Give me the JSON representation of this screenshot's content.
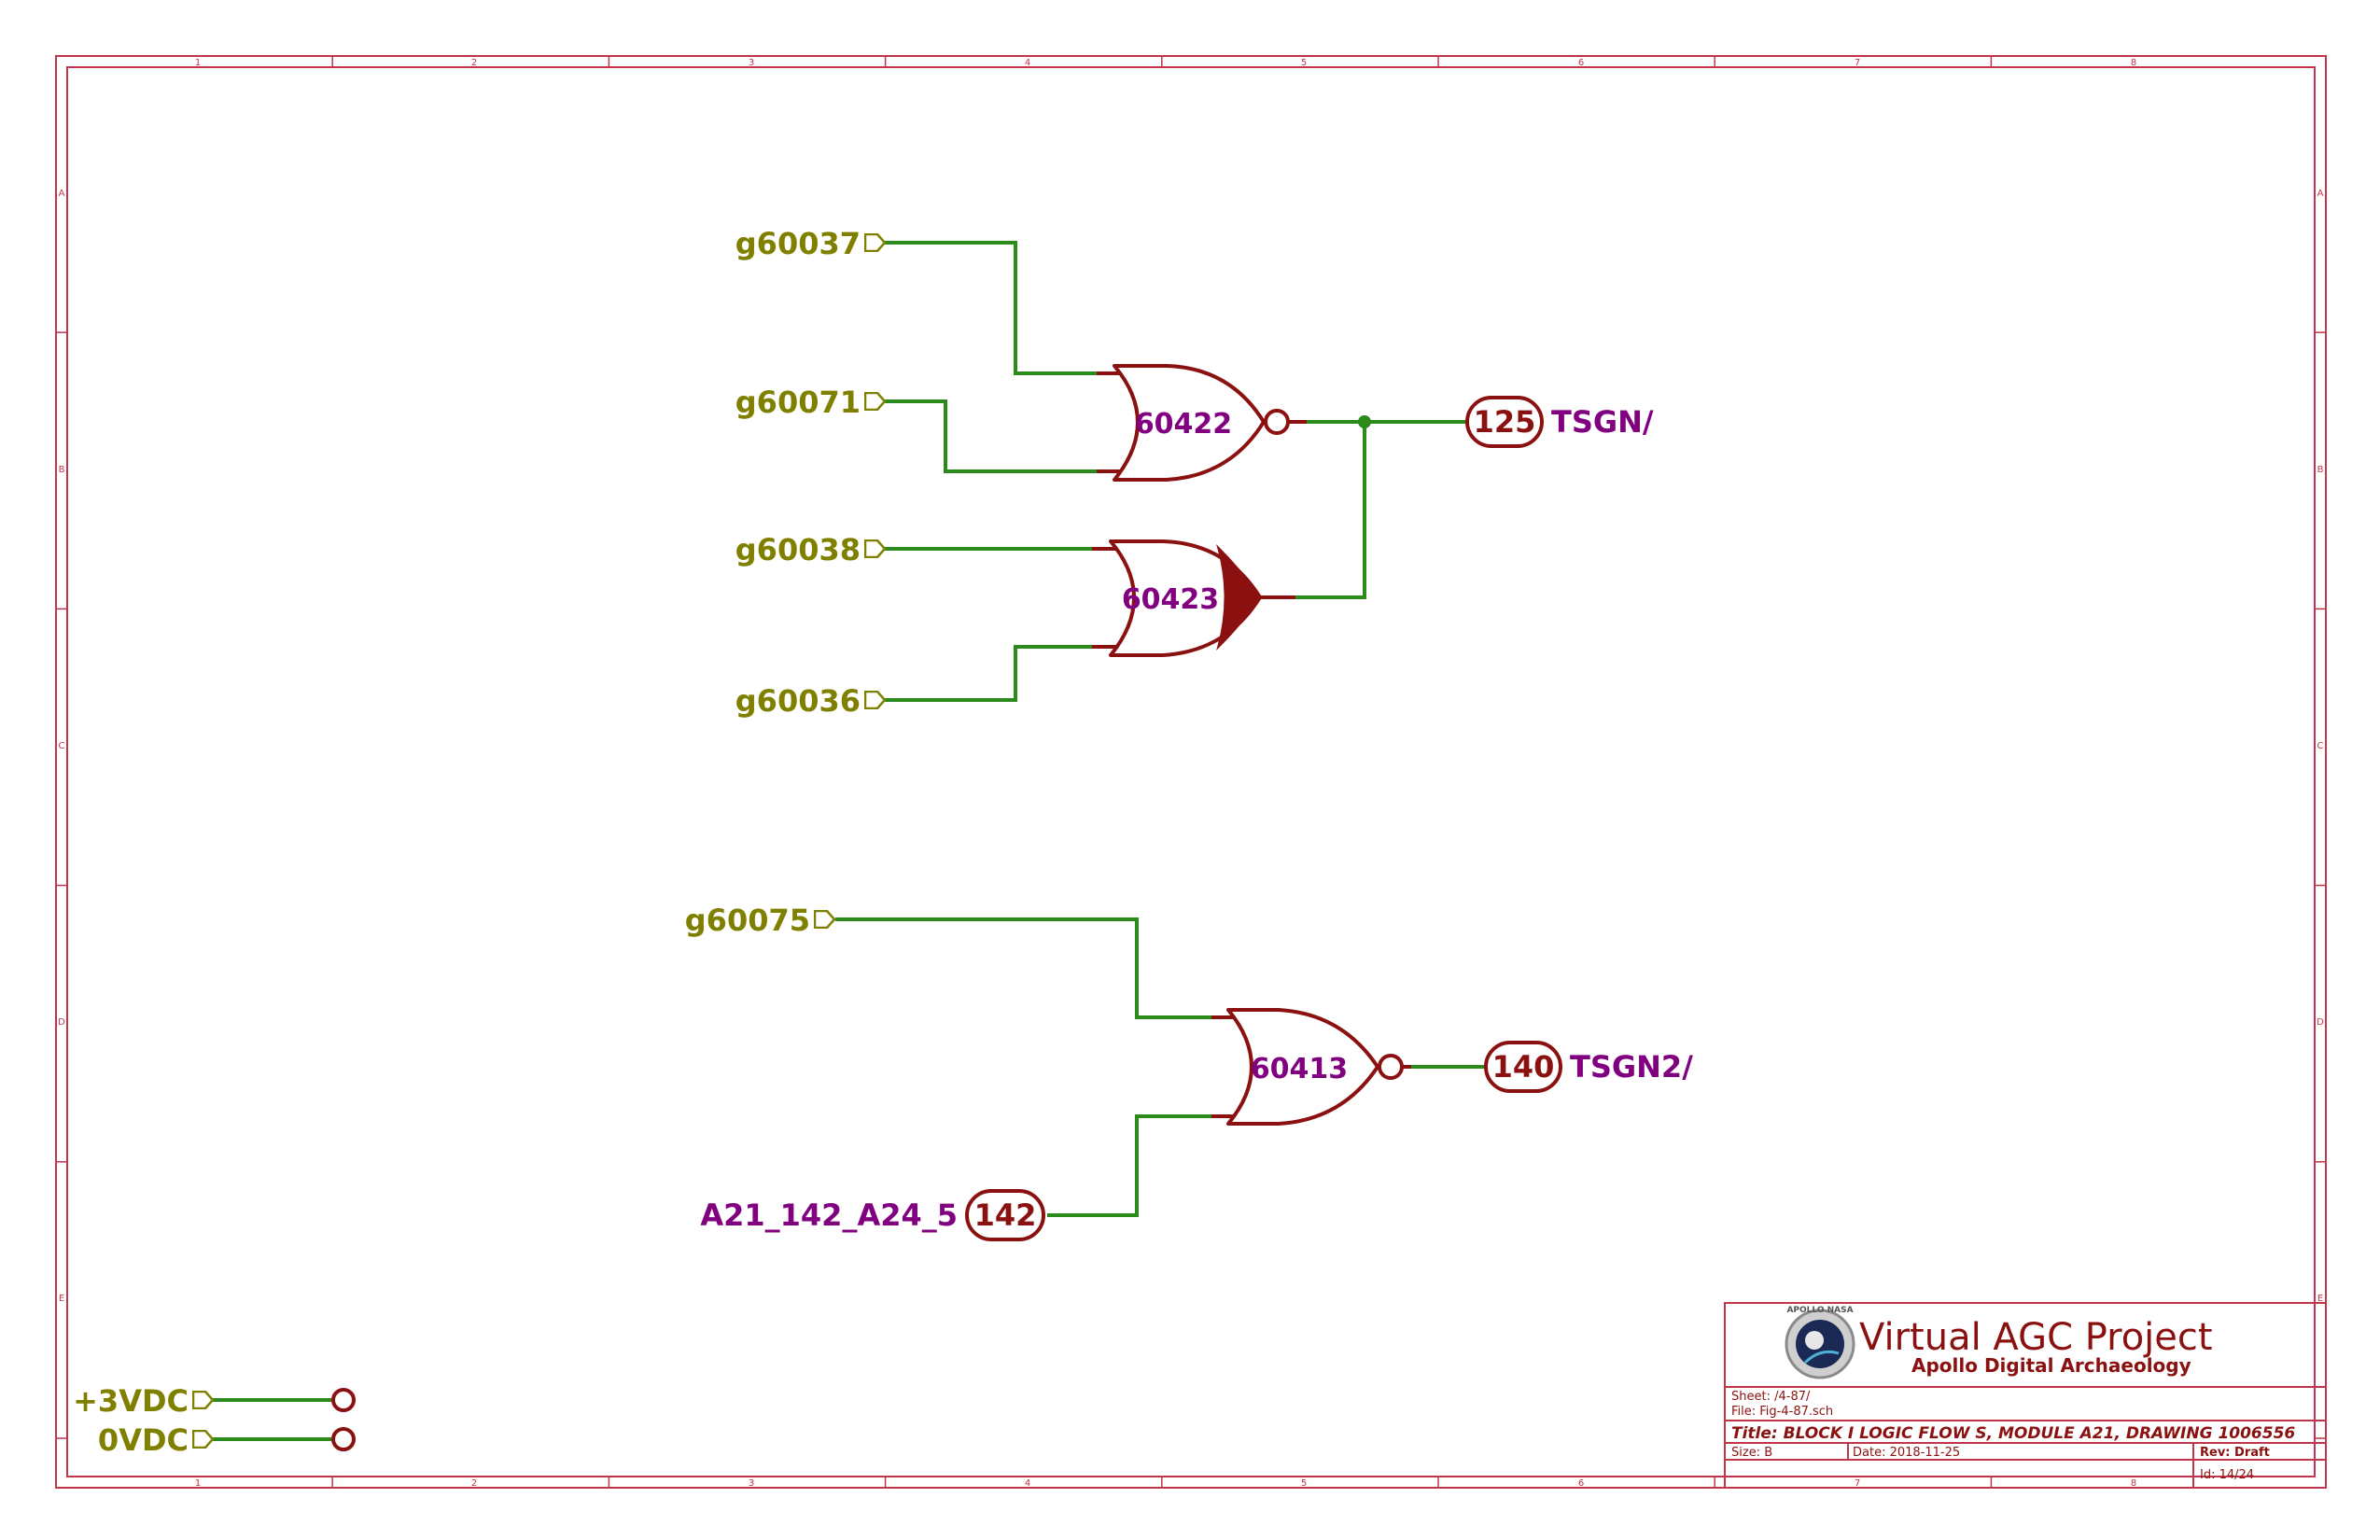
{
  "border": {
    "columns": [
      "1",
      "2",
      "3",
      "4",
      "5",
      "6",
      "7",
      "8"
    ],
    "rows": [
      "A",
      "B",
      "C",
      "D",
      "E"
    ]
  },
  "gates": [
    {
      "id": "60422",
      "type": "NOR"
    },
    {
      "id": "60423",
      "type": "OR (expander)"
    },
    {
      "id": "60413",
      "type": "NOR"
    }
  ],
  "inputs": {
    "g60037": "g60037",
    "g60071": "g60071",
    "g60038": "g60038",
    "g60036": "g60036",
    "g60075": "g60075",
    "vcc": "+3VDC",
    "gnd": "0VDC"
  },
  "connectors": {
    "c125": {
      "pin": "125",
      "net": "TSGN/"
    },
    "c140": {
      "pin": "140",
      "net": "TSGN2/"
    },
    "c142": {
      "pin": "142",
      "net": "A21_142_A24_5"
    }
  },
  "title_block": {
    "project": "Virtual AGC Project",
    "subtitle": "Apollo Digital Archaeology",
    "logo_text": "APOLLO NASA",
    "sheet": "Sheet: /4-87/",
    "file": "File: Fig-4-87.sch",
    "title": "Title: BLOCK I LOGIC FLOW S, MODULE A21, DRAWING 1006556",
    "size": "Size: B",
    "date": "Date: 2018-11-25",
    "rev": "Rev: Draft",
    "id": "Id: 14/24"
  },
  "colors": {
    "border": "#c0354a",
    "wire": "#2a8a1a",
    "component": "#8b1010",
    "input_label": "#808000",
    "net_label": "#800080"
  }
}
